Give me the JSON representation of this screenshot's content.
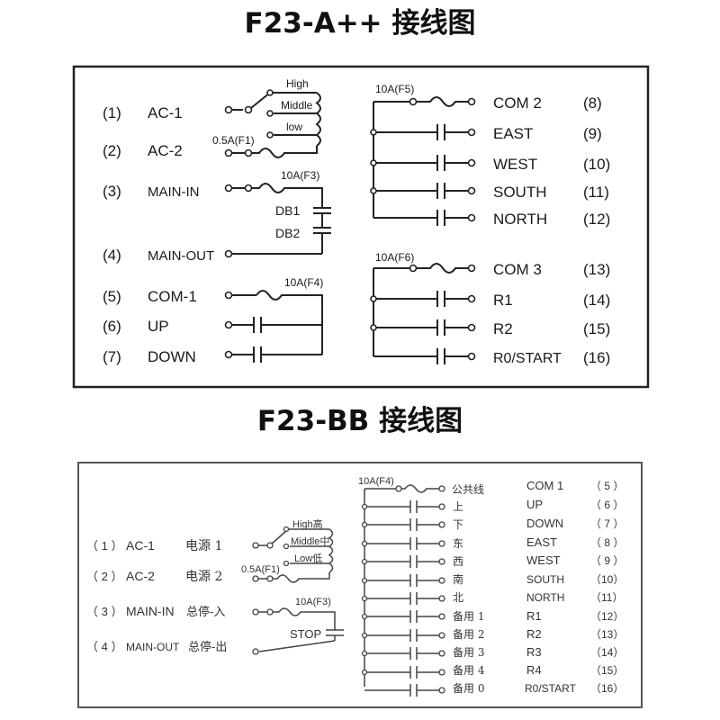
{
  "diagram_a": {
    "title": "F23-A++ 接线图",
    "left_terminals": [
      {
        "num": "(1)",
        "name": "AC-1"
      },
      {
        "num": "(2)",
        "name": "AC-2"
      },
      {
        "num": "(3)",
        "name": "MAIN-IN"
      },
      {
        "num": "(4)",
        "name": "MAIN-OUT"
      },
      {
        "num": "(5)",
        "name": "COM-1"
      },
      {
        "num": "(6)",
        "name": "UP"
      },
      {
        "num": "(7)",
        "name": "DOWN"
      }
    ],
    "right_terminals": [
      {
        "name": "COM 2",
        "num": "(8)"
      },
      {
        "name": "EAST",
        "num": "(9)"
      },
      {
        "name": "WEST",
        "num": "(10)"
      },
      {
        "name": "SOUTH",
        "num": "(11)"
      },
      {
        "name": "NORTH",
        "num": "(12)"
      },
      {
        "name": "COM 3",
        "num": "(13)"
      },
      {
        "name": "R1",
        "num": "(14)"
      },
      {
        "name": "R2",
        "num": "(15)"
      },
      {
        "name": "R0/START",
        "num": "(16)"
      }
    ],
    "voltage_taps": [
      "High",
      "Middle",
      "low"
    ],
    "fuses": {
      "f1": "0.5A(F1)",
      "f3": "10A(F3)",
      "f4": "10A(F4)",
      "f5": "10A(F5)",
      "f6": "10A(F6)"
    },
    "relays": [
      "DB1",
      "DB2"
    ]
  },
  "diagram_b": {
    "title": "F23-BB 接线图",
    "left_terminals": [
      {
        "num": "（ 1 ）",
        "name": "AC-1",
        "cn": "电源 1"
      },
      {
        "num": "（ 2 ）",
        "name": "AC-2",
        "cn": "电源 2"
      },
      {
        "num": "（ 3 ）",
        "name": "MAIN-IN",
        "cn": "总停-入"
      },
      {
        "num": "（ 4 ）",
        "name": "MAIN-OUT",
        "cn": "总停-出"
      }
    ],
    "voltage_taps": [
      "High高",
      "Middle中",
      "Low低"
    ],
    "fuses": {
      "f1": "0.5A(F1)",
      "f3": "10A(F3)",
      "f4": "10A(F4)"
    },
    "stop_label": "STOP",
    "right_terminals": [
      {
        "cn": "公共线",
        "name": "COM 1",
        "num": "（ 5 ）"
      },
      {
        "cn": "上",
        "name": "UP",
        "num": "（ 6 ）"
      },
      {
        "cn": "下",
        "name": "DOWN",
        "num": "（ 7 ）"
      },
      {
        "cn": "东",
        "name": "EAST",
        "num": "（ 8 ）"
      },
      {
        "cn": "西",
        "name": "WEST",
        "num": "（ 9 ）"
      },
      {
        "cn": "南",
        "name": "SOUTH",
        "num": "（10）"
      },
      {
        "cn": "北",
        "name": "NORTH",
        "num": "（11）"
      },
      {
        "cn": "备用 1",
        "name": "R1",
        "num": "（12）"
      },
      {
        "cn": "备用 2",
        "name": "R2",
        "num": "（13）"
      },
      {
        "cn": "备用 3",
        "name": "R3",
        "num": "（14）"
      },
      {
        "cn": "备用 4",
        "name": "R4",
        "num": "（15）"
      },
      {
        "cn": "备用 0",
        "name": "R0/START",
        "num": "（16）"
      }
    ]
  }
}
